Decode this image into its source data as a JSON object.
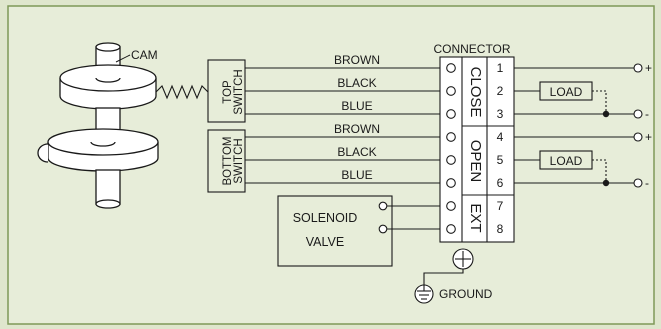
{
  "colors": {
    "background": "#dfe6cd",
    "panel": "#e7edd9",
    "border": "#7f9858",
    "line": "#1a1a1a"
  },
  "cam": {
    "label": "CAM"
  },
  "switches": {
    "top": {
      "line1": "TOP",
      "line2": "SWITCH"
    },
    "bottom": {
      "line1": "BOTTOM",
      "line2": "SWITCH"
    }
  },
  "connector": {
    "title": "CONNECTOR",
    "groups": [
      "CLOSE",
      "OPEN",
      "EXT"
    ],
    "terminals": [
      "1",
      "2",
      "3",
      "4",
      "5",
      "6",
      "7",
      "8"
    ]
  },
  "wires": [
    "BROWN",
    "BLACK",
    "BLUE",
    "BROWN",
    "BLACK",
    "BLUE"
  ],
  "loads": [
    "LOAD",
    "LOAD"
  ],
  "polarity": [
    "+",
    "-",
    "+",
    "-"
  ],
  "solenoid": {
    "line1": "SOLENOID",
    "line2": "VALVE"
  },
  "ground": {
    "label": "GROUND"
  }
}
